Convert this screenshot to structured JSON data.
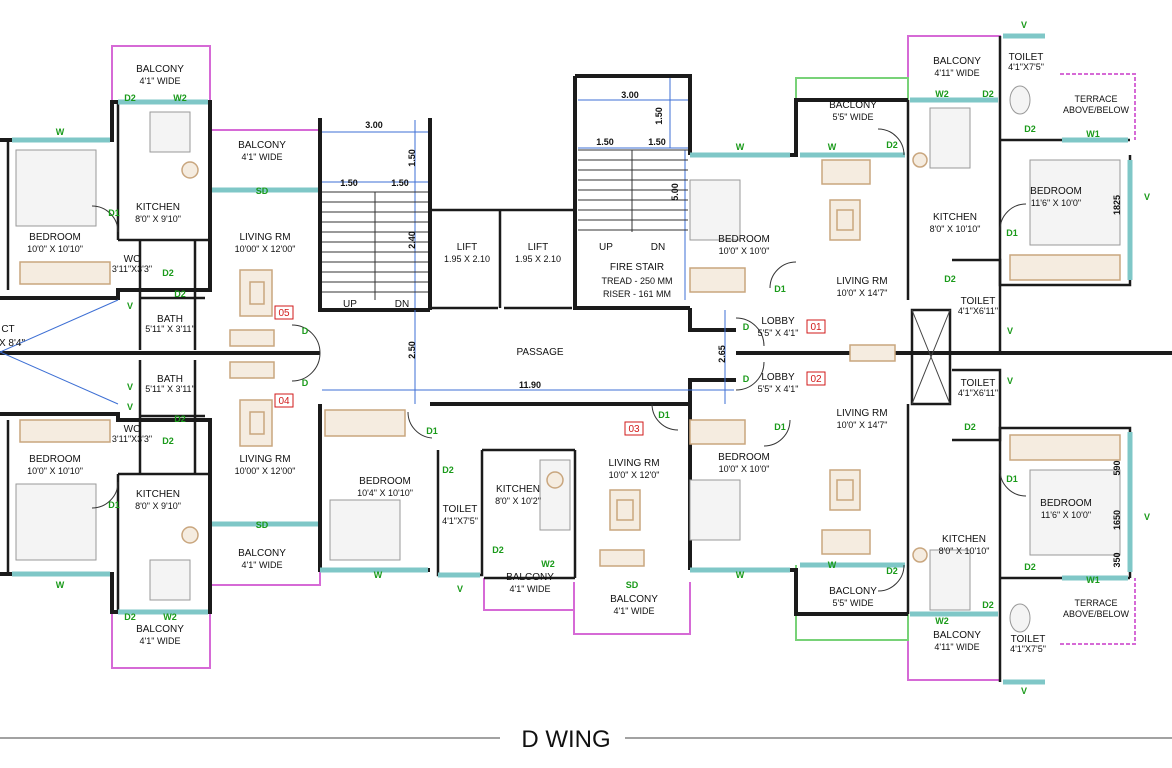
{
  "title": "D WING",
  "rooms": [
    {
      "id": "balc-tl",
      "name": "BALCONY",
      "size": "4'1\" WIDE"
    },
    {
      "id": "balc-tl2",
      "name": "BALCONY",
      "size": "4'1\" WIDE"
    },
    {
      "id": "bed-l1",
      "name": "BEDROOM",
      "size": "10'0\" X 10'10\""
    },
    {
      "id": "kit-l1",
      "name": "KITCHEN",
      "size": "8'0\" X 9'10\""
    },
    {
      "id": "living-05",
      "name": "LIVING RM",
      "size": "10'00\" X 12'00\""
    },
    {
      "id": "wc-l1",
      "name": "WC",
      "size": "3'11\"X3'3\""
    },
    {
      "id": "bath-l1",
      "name": "BATH",
      "size": "5'11\" X 3'11\""
    },
    {
      "id": "bath-l2",
      "name": "BATH",
      "size": "5'11\" X 3'11\""
    },
    {
      "id": "wc-l2",
      "name": "WC",
      "size": "3'11\"X3'3\""
    },
    {
      "id": "bed-l2",
      "name": "BEDROOM",
      "size": "10'0\" X 10'10\""
    },
    {
      "id": "living-04",
      "name": "LIVING RM",
      "size": "10'00\" X 12'00\""
    },
    {
      "id": "kit-l2",
      "name": "KITCHEN",
      "size": "8'0\" X 9'10\""
    },
    {
      "id": "balc-bl2",
      "name": "BALCONY",
      "size": "4'1\" WIDE"
    },
    {
      "id": "balc-bl",
      "name": "BALCONY",
      "size": "4'1\" WIDE"
    },
    {
      "id": "lift1",
      "name": "LIFT",
      "size": "1.95 X 2.10"
    },
    {
      "id": "lift2",
      "name": "LIFT",
      "size": "1.95 X 2.10"
    },
    {
      "id": "bed-c1",
      "name": "BEDROOM",
      "size": "10'4\" X 10'10\""
    },
    {
      "id": "toilet-c",
      "name": "TOILET",
      "size": "4'1\"X7'5\""
    },
    {
      "id": "kit-c",
      "name": "KITCHEN",
      "size": "8'0\" X 10'2\""
    },
    {
      "id": "living-03",
      "name": "LIVING RM",
      "size": "10'0\" X 12'0\""
    },
    {
      "id": "balc-c1",
      "name": "BALCONY",
      "size": "4'1\" WIDE"
    },
    {
      "id": "balc-c2",
      "name": "BALCONY",
      "size": "4'1\" WIDE"
    },
    {
      "id": "bed-r1",
      "name": "BEDROOM",
      "size": "10'0\" X 10'0\""
    },
    {
      "id": "bed-r2",
      "name": "BEDROOM",
      "size": "10'0\" X 10'0\""
    },
    {
      "id": "baclony-r1",
      "name": "BACLONY",
      "size": "5'5\" WIDE"
    },
    {
      "id": "baclony-r2",
      "name": "BACLONY",
      "size": "5'5\" WIDE"
    },
    {
      "id": "balc-r1",
      "name": "BALCONY",
      "size": "4'11\" WIDE"
    },
    {
      "id": "balc-r2",
      "name": "BALCONY",
      "size": "4'11\" WIDE"
    },
    {
      "id": "kit-r1",
      "name": "KITCHEN",
      "size": "8'0\" X 10'10\""
    },
    {
      "id": "kit-r2",
      "name": "KITCHEN",
      "size": "8'0\" X 10'10\""
    },
    {
      "id": "living-01",
      "name": "LIVING RM",
      "size": "10'0\" X 14'7\""
    },
    {
      "id": "living-02",
      "name": "LIVING RM",
      "size": "10'0\" X 14'7\""
    },
    {
      "id": "lobby-01",
      "name": "LOBBY",
      "size": "5'5\" X 4'1\""
    },
    {
      "id": "lobby-02",
      "name": "LOBBY",
      "size": "5'5\" X 4'1\""
    },
    {
      "id": "toilet-r1",
      "name": "TOILET",
      "size": "4'1\"X6'11\""
    },
    {
      "id": "toilet-r2",
      "name": "TOILET",
      "size": "4'1\"X6'11\""
    },
    {
      "id": "toilet-r3",
      "name": "TOILET",
      "size": "4'1\"X7'5\""
    },
    {
      "id": "toilet-r4",
      "name": "TOILET",
      "size": "4'1\"X7'5\""
    },
    {
      "id": "bed-r3",
      "name": "BEDROOM",
      "size": "11'6\" X 10'0\""
    },
    {
      "id": "bed-r4",
      "name": "BEDROOM",
      "size": "11'6\" X 10'0\""
    }
  ],
  "terrace": {
    "line1": "TERRACE",
    "line2": "ABOVE/BELOW"
  },
  "fire_stair": {
    "name": "FIRE STAIR",
    "tread": "TREAD - 250 MM",
    "riser": "RISER - 161 MM"
  },
  "passage": "PASSAGE",
  "stair_labels": {
    "up": "UP",
    "dn": "DN"
  },
  "dimensions": {
    "stair_w": "3.00",
    "stair_half1": "1.50",
    "stair_half2": "1.50",
    "stair_v1": "1.50",
    "stair_v2": "2.40",
    "pass_v": "2.50",
    "fire_w": "3.00",
    "fire_h1": "1.50",
    "fire_h2": "1.50",
    "fire_v1": "1.50",
    "fire_v2": "5.00",
    "passage_len": "11.90",
    "passage_v": "2.65",
    "bed_dim1": "1825",
    "bed_dim2": "590",
    "bed_dim3": "1650",
    "bed_dim4": "350"
  },
  "unit_numbers": [
    "05",
    "04",
    "03",
    "01",
    "02"
  ],
  "tags": {
    "window": "W",
    "door": "D",
    "door1": "D1",
    "door2": "D2",
    "w1": "W1",
    "w2": "W2",
    "sd": "SD",
    "vent": "V"
  },
  "partial_left": {
    "line1": "CT",
    "line2": "X 8'4\""
  }
}
